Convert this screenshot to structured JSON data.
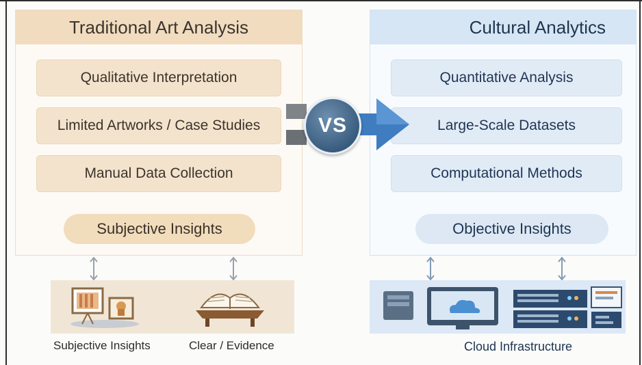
{
  "left": {
    "title": "Traditional Art Analysis",
    "items": [
      "Qualitative Interpretation",
      "Limited Artworks / Case Studies",
      "Manual Data Collection"
    ],
    "insight": "Subjective Insights",
    "captions": [
      "Subjective Insights",
      "Clear / Evidence"
    ]
  },
  "center": {
    "vs": "VS"
  },
  "right": {
    "title": "Cultural Analytics",
    "items": [
      "Quantitative Analysis",
      "Large-Scale Datasets",
      "Computational Methods"
    ],
    "insight": "Objective Insights",
    "caption": "Cloud Infrastructure"
  },
  "colors": {
    "left_accent": "#f2dcbf",
    "right_accent": "#d6e6f4",
    "vs_circle": "#3a5c7e",
    "arrow": "#3f7cc0"
  },
  "icons": [
    "double-arrow-icon",
    "paintings-easel-icon",
    "open-book-icon",
    "desktop-cloud-icon",
    "server-rack-icon"
  ]
}
